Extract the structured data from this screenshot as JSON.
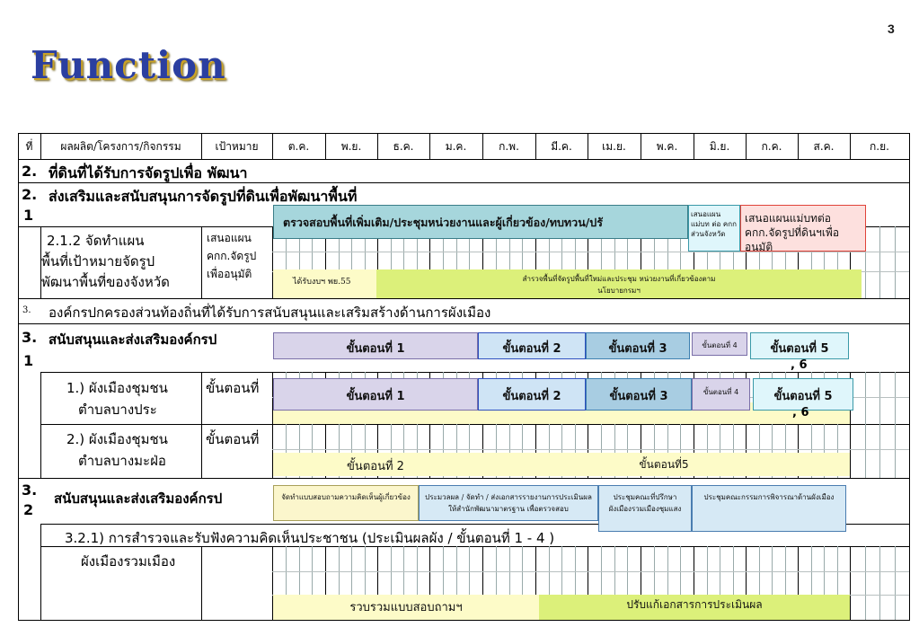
{
  "page_number": "3",
  "title": "Function",
  "table": {
    "headers": {
      "no": "ที่",
      "output": "ผลผลิต/โครงการ/กิจกรรม",
      "target": "เป้าหมาย",
      "months": [
        "ต.ค.",
        "พ.ย.",
        "ธ.ค.",
        "ม.ค.",
        "ก.พ.",
        "มี.ค.",
        "เม.ย.",
        "พ.ค.",
        "มิ.ย.",
        "ก.ค.",
        "ส.ค.",
        "ก.ย."
      ]
    },
    "row_2": {
      "no": "2.",
      "text": "ที่ดินที่ได้รับการจัดรูปเพื่อ พัฒนา"
    },
    "row_2_1": {
      "no": "2.\n1",
      "no_a": "2.",
      "no_b": "1",
      "text": "ส่งเสริมและสนับสนุนการจัดรูปที่ดินเพื่อพัฒนาพื้นที่"
    },
    "row_2_1_2": {
      "line1": "2.1.2 จัดทำแผน",
      "line2": "พื้นที่เป้าหมายจัดรูป",
      "line3": "พัฒนาพื้นที่ของจังหวัด",
      "target1": "เสนอแผน",
      "target2": "คกก.จัดรูป",
      "target3": "เพื่ออนุมัติ"
    },
    "row_3": {
      "no": "3.",
      "text": "องค์กรปกครองส่วนท้องถิ่นที่ได้รับการสนับสนุนและเสริมสร้างด้านการผังเมือง"
    },
    "row_3_1": {
      "no_a": "3.",
      "no_b": "1",
      "text": "สนับสนุนและส่งเสริมองค์กรป"
    },
    "row_town1": {
      "line1": "1.)  ผังเมืองชุมชน",
      "line2": "ตำบลบางประ",
      "target": "ขั้นตอนที่"
    },
    "row_town2": {
      "line1": "2.)  ผังเมืองชุมชน",
      "line2": "ตำบลบางมะฝ่อ",
      "target": "ขั้นตอนที่"
    },
    "row_3_2": {
      "no_a": "3.",
      "no_b": "2",
      "text": "สนับสนุนและส่งเสริมองค์กรป"
    },
    "row_3_2_1": {
      "text": "3.2.1) การสำรวจและรับฟังความคิดเห็นประชาชน (ประเมินผลผัง / ขั้นตอนที่ 1 - 4 )"
    },
    "row_town_all": {
      "text": "ผังเมืองรวมเมือง"
    }
  },
  "bars": {
    "survey": "ตรวจสอบพื้นที่เพิ่มเติม/ประชุมหน่วยงานและผู้เกี่ยวข้อง/ทบทวน/ปรั",
    "propose_map": "เสนอแผนแม่บท ต่อ คกก ส่วนจังหวัด",
    "propose_committee": "เสนอแผนแม่บทต่อ คกก.จัดรูปที่ดินฯเพื่ออนุมัติ",
    "budget": "ได้รับงบฯ พย.55",
    "survey_area": "สำรวจพื้นที่จัดรูปพื้นที่ใหม่และประชุม หน่วยงานที่เกี่ยวข้องตามนโยบายกรมฯ",
    "step1": "ขั้นตอนที่  1",
    "step2": "ขั้นตอนที่  2",
    "step3": "ขั้นตอนที่  3",
    "step4": "ขั้นตอนที่ 4",
    "step5": "ขั้นตอนที่  5",
    "step56": ", 6",
    "step2_plain": "ขั้นตอนที่ 2",
    "step5_plain": "ขั้นตอนที่5",
    "q_design": "จัดทำแบบสอบถามความคิดเห็นผู้เกี่ยวข้อง",
    "q_eval": "ประมวลผล / จัดทำ / ส่งเอกสารรายงานการประเมินผลให้สำนักพัฒนามาตรฐาน เพื่อตรวจสอบ",
    "q_advisor": "ประชุมคณะที่ปรึกษาผังเมืองรวมเมืองชุมแสง",
    "q_committee": "ประชุมคณะกรรมการพิจารณาด้านผังเมือง",
    "collect": "รวบรวมแบบสอบถามฯ",
    "revise": "ปรับแก้เอกสารการประเมินผล"
  }
}
